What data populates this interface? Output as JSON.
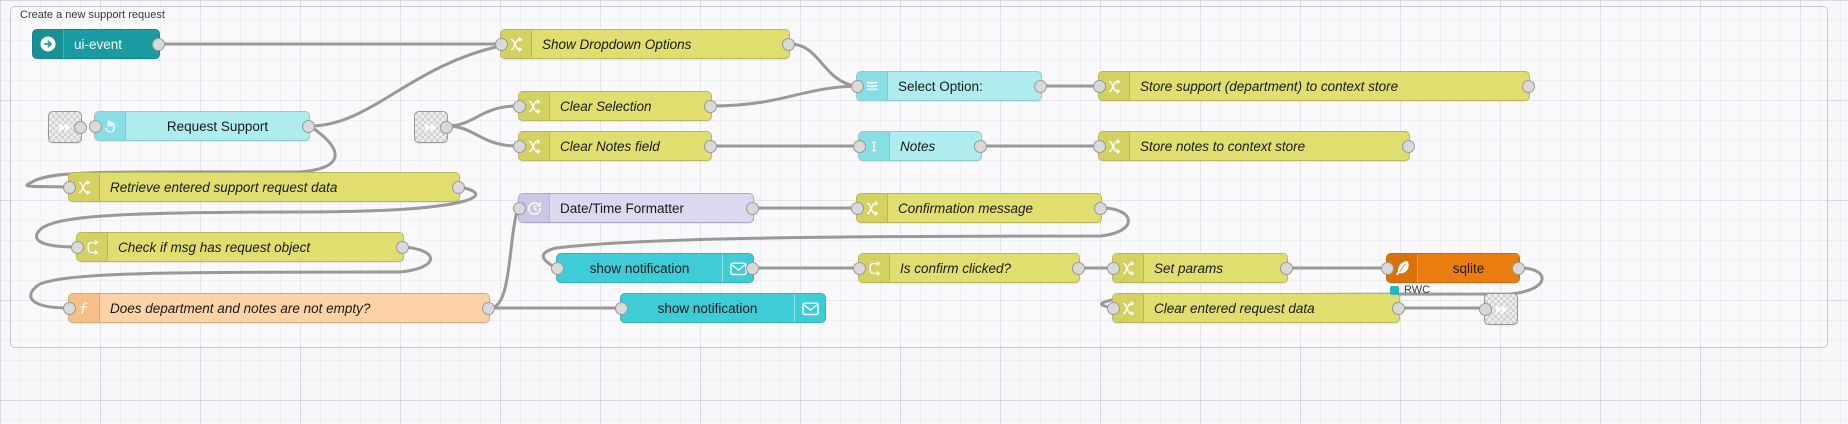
{
  "canvas": {
    "group_label": "Create a new support request"
  },
  "status": {
    "sqlite_status_text": "RWC",
    "sqlite_status_color": "#25b7bd"
  },
  "palette": {
    "ui_event": "#1a9ba1",
    "dashboard": "#aeecee",
    "notification": "#3ecdd6",
    "change": "#e0de6f",
    "function": "#fcd3a6",
    "datetime": "#ddd7ef",
    "sqlite": "#eb7d10",
    "wire": "#999999"
  },
  "nodes": [
    {
      "id": "ui-event",
      "label": "ui-event",
      "icon": "arrow-right-circle-icon",
      "type": "ui-event"
    },
    {
      "id": "request-support",
      "label": "Request Support",
      "icon": "pointer-hand-icon",
      "type": "dashboard-button"
    },
    {
      "id": "show-dropdown",
      "label": "Show Dropdown Options",
      "icon": "change-icon",
      "type": "change"
    },
    {
      "id": "clear-selection",
      "label": "Clear Selection",
      "icon": "change-icon",
      "type": "change"
    },
    {
      "id": "clear-notes",
      "label": "Clear Notes field",
      "icon": "change-icon",
      "type": "change"
    },
    {
      "id": "select-option",
      "label": "Select Option:",
      "icon": "list-icon",
      "type": "dashboard-dropdown"
    },
    {
      "id": "notes",
      "label": "Notes",
      "icon": "text-cursor-icon",
      "type": "dashboard-text-input"
    },
    {
      "id": "store-support",
      "label": "Store support (department) to context store",
      "icon": "change-icon",
      "type": "change"
    },
    {
      "id": "store-notes",
      "label": "Store notes to context store",
      "icon": "change-icon",
      "type": "change"
    },
    {
      "id": "retrieve-data",
      "label": "Retrieve entered support request data",
      "icon": "change-icon",
      "type": "change"
    },
    {
      "id": "check-msg",
      "label": "Check if msg has request object",
      "icon": "switch-icon",
      "type": "switch"
    },
    {
      "id": "dept-notes-empty",
      "label": "Does department and notes are not empty?",
      "icon": "function-icon",
      "type": "function"
    },
    {
      "id": "datetime-fmt",
      "label": "Date/Time Formatter",
      "icon": "clock-icon",
      "type": "date-time-formatter"
    },
    {
      "id": "confirm-msg",
      "label": "Confirmation message",
      "icon": "change-icon",
      "type": "change"
    },
    {
      "id": "show-notif-1",
      "label": "show notification",
      "icon": "envelope-icon",
      "type": "notification"
    },
    {
      "id": "show-notif-2",
      "label": "show notification",
      "icon": "envelope-icon",
      "type": "notification"
    },
    {
      "id": "is-confirm",
      "label": "Is confirm clicked?",
      "icon": "switch-icon",
      "type": "switch"
    },
    {
      "id": "set-params",
      "label": "Set params",
      "icon": "change-icon",
      "type": "change"
    },
    {
      "id": "sqlite",
      "label": "sqlite",
      "icon": "feather-icon",
      "type": "sqlite"
    },
    {
      "id": "clear-request",
      "label": "Clear entered request data",
      "icon": "change-icon",
      "type": "change"
    },
    {
      "id": "link-in-1",
      "label": "",
      "icon": "link-in-icon",
      "type": "link-in"
    },
    {
      "id": "link-in-2",
      "label": "",
      "icon": "link-in-icon",
      "type": "link-in"
    },
    {
      "id": "link-out-1",
      "label": "",
      "icon": "link-out-icon",
      "type": "link-out"
    }
  ]
}
